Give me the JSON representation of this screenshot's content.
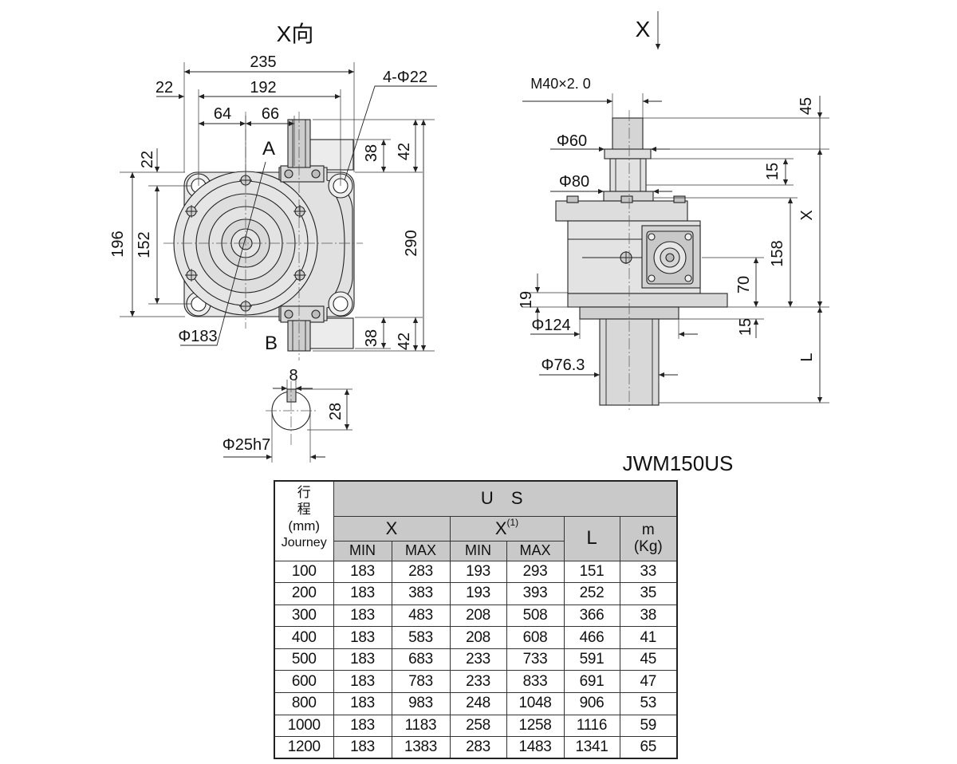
{
  "view_x": {
    "title": "X向",
    "dim_235": "235",
    "dim_22_top": "22",
    "dim_192": "192",
    "dim_64": "64",
    "dim_66": "66",
    "holes": "4-Φ22",
    "label_a": "A",
    "label_b": "B",
    "dim_22_left": "22",
    "dim_196": "196",
    "dim_152": "152",
    "dim_290": "290",
    "dim_38_top": "38",
    "dim_42_top": "42",
    "dim_38_bottom": "38",
    "dim_42_bottom": "42",
    "dia_183": "Φ183"
  },
  "shaft_detail": {
    "dim_8": "8",
    "dim_28": "28",
    "dia_25": "Φ25h7"
  },
  "side_view": {
    "arrow_label": "X",
    "thread": "M40×2. 0",
    "dim_45": "45",
    "dia_60": "Φ60",
    "dim_15_top": "15",
    "dia_80": "Φ80",
    "dim_x": "X",
    "dim_158": "158",
    "dim_70": "70",
    "dim_19": "19",
    "dia_124": "Φ124",
    "dim_15_bottom": "15",
    "dim_l": "L",
    "dia_76": "Φ76.3"
  },
  "model": "JWM150US",
  "table": {
    "stroke_zh": [
      "行",
      "程"
    ],
    "stroke_unit": "(mm)",
    "stroke_en": "Journey",
    "group": "U S",
    "x_label": "X",
    "x1_label": "X",
    "x1_sup": "(1)",
    "min": "MIN",
    "max": "MAX",
    "l_label": "L",
    "m_label": "m",
    "m_unit": "(Kg)",
    "rows": [
      [
        "100",
        "183",
        "283",
        "193",
        "293",
        "151",
        "33"
      ],
      [
        "200",
        "183",
        "383",
        "193",
        "393",
        "252",
        "35"
      ],
      [
        "300",
        "183",
        "483",
        "208",
        "508",
        "366",
        "38"
      ],
      [
        "400",
        "183",
        "583",
        "208",
        "608",
        "466",
        "41"
      ],
      [
        "500",
        "183",
        "683",
        "233",
        "733",
        "591",
        "45"
      ],
      [
        "600",
        "183",
        "783",
        "233",
        "833",
        "691",
        "47"
      ],
      [
        "800",
        "183",
        "983",
        "248",
        "1048",
        "906",
        "53"
      ],
      [
        "1000",
        "183",
        "1183",
        "258",
        "1258",
        "1116",
        "59"
      ],
      [
        "1200",
        "183",
        "1383",
        "283",
        "1483",
        "1341",
        "65"
      ]
    ]
  }
}
